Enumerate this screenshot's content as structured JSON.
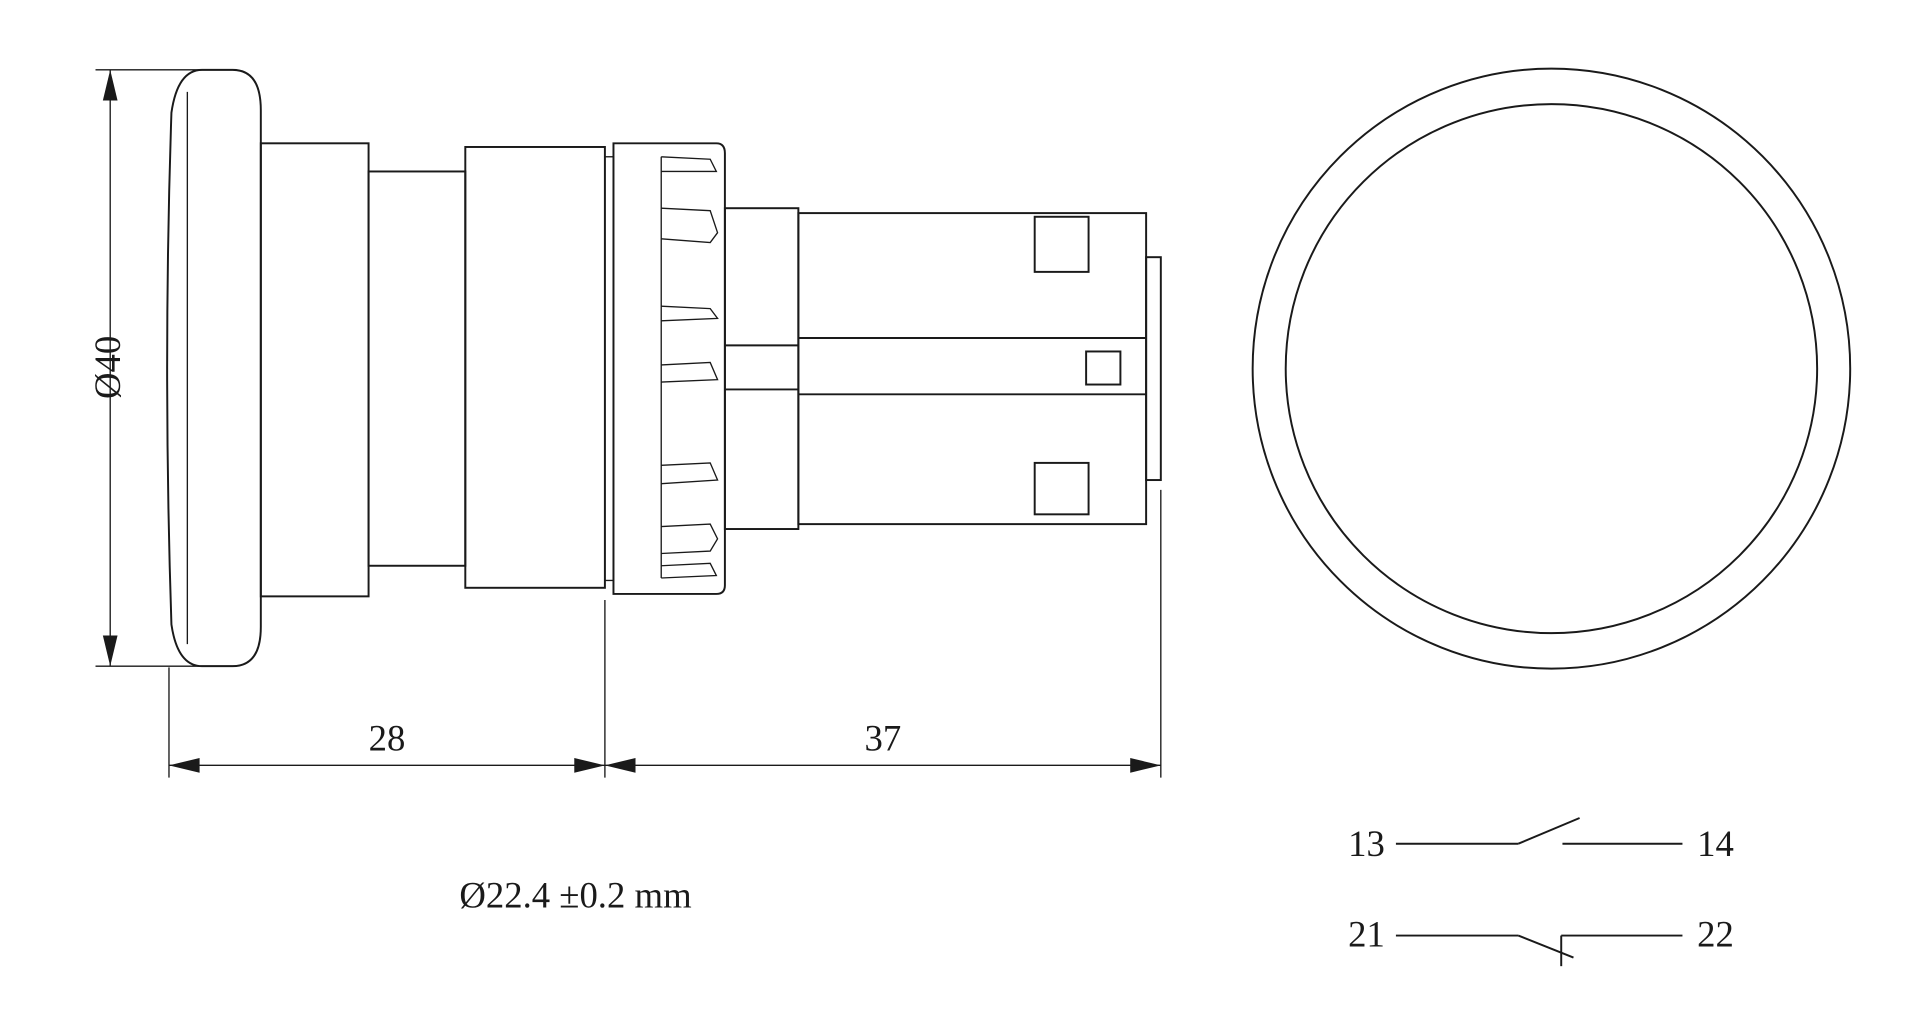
{
  "dimensions": {
    "diameter_cap": "Ø40",
    "length_front": "28",
    "length_rear": "37",
    "mounting_hole": "Ø22.4 ±0.2 mm"
  },
  "contacts": {
    "no_left": "13",
    "no_right": "14",
    "nc_left": "21",
    "nc_right": "22"
  },
  "colors": {
    "line": "#1a1a1a",
    "background": "#ffffff"
  }
}
